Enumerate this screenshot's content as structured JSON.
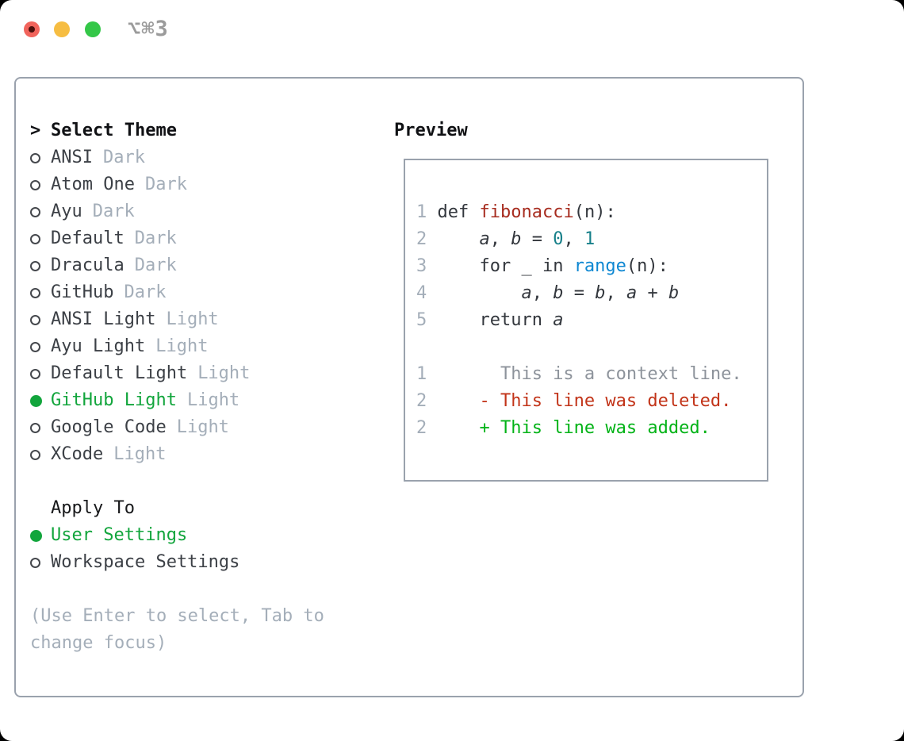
{
  "window": {
    "title": "⌥⌘3",
    "traffic_lights": {
      "close_color": "#f1645c",
      "minimize_color": "#f6bd42",
      "zoom_color": "#34c748",
      "close_has_unsaved_dot": true
    }
  },
  "theme_selector": {
    "header_prefix": ">",
    "header": "Select Theme",
    "items": [
      {
        "name": "ANSI",
        "variant": "Dark",
        "selected": false
      },
      {
        "name": "Atom One",
        "variant": "Dark",
        "selected": false
      },
      {
        "name": "Ayu",
        "variant": "Dark",
        "selected": false
      },
      {
        "name": "Default",
        "variant": "Dark",
        "selected": false
      },
      {
        "name": "Dracula",
        "variant": "Dark",
        "selected": false
      },
      {
        "name": "GitHub",
        "variant": "Dark",
        "selected": false
      },
      {
        "name": "ANSI Light",
        "variant": "Light",
        "selected": false
      },
      {
        "name": "Ayu Light",
        "variant": "Light",
        "selected": false
      },
      {
        "name": "Default Light",
        "variant": "Light",
        "selected": false
      },
      {
        "name": "GitHub Light",
        "variant": "Light",
        "selected": true
      },
      {
        "name": "Google Code",
        "variant": "Light",
        "selected": false
      },
      {
        "name": "XCode",
        "variant": "Light",
        "selected": false
      }
    ],
    "apply_to": {
      "header": "Apply To",
      "options": [
        {
          "label": "User Settings",
          "selected": true
        },
        {
          "label": "Workspace Settings",
          "selected": false
        }
      ]
    },
    "hint": "(Use Enter to select, Tab to change focus)"
  },
  "preview": {
    "title": "Preview",
    "lines": [
      {
        "num": "1",
        "tokens": [
          {
            "t": " def ",
            "s": "code"
          },
          {
            "t": "fibonacci",
            "s": "fn"
          },
          {
            "t": "(n):",
            "s": "code"
          }
        ]
      },
      {
        "num": "2",
        "tokens": [
          {
            "t": "     ",
            "s": "code"
          },
          {
            "t": "a",
            "s": "var"
          },
          {
            "t": ", ",
            "s": "code"
          },
          {
            "t": "b",
            "s": "var"
          },
          {
            "t": " = ",
            "s": "code"
          },
          {
            "t": "0",
            "s": "num"
          },
          {
            "t": ", ",
            "s": "code"
          },
          {
            "t": "1",
            "s": "num"
          }
        ]
      },
      {
        "num": "3",
        "tokens": [
          {
            "t": "     for _ in ",
            "s": "code"
          },
          {
            "t": "range",
            "s": "call"
          },
          {
            "t": "(n):",
            "s": "code"
          }
        ]
      },
      {
        "num": "4",
        "tokens": [
          {
            "t": "         ",
            "s": "code"
          },
          {
            "t": "a",
            "s": "var"
          },
          {
            "t": ", ",
            "s": "code"
          },
          {
            "t": "b",
            "s": "var"
          },
          {
            "t": " = ",
            "s": "code"
          },
          {
            "t": "b",
            "s": "var"
          },
          {
            "t": ", ",
            "s": "code"
          },
          {
            "t": "a",
            "s": "var"
          },
          {
            "t": " + ",
            "s": "code"
          },
          {
            "t": "b",
            "s": "var"
          }
        ]
      },
      {
        "num": "5",
        "tokens": [
          {
            "t": "     return ",
            "s": "code"
          },
          {
            "t": "a",
            "s": "var"
          }
        ]
      },
      {
        "num": "",
        "tokens": []
      },
      {
        "num": "1",
        "tokens": [
          {
            "t": "       This is a context line.",
            "s": "ctx"
          }
        ]
      },
      {
        "num": "2",
        "tokens": [
          {
            "t": "     - This line was deleted.",
            "s": "del"
          }
        ]
      },
      {
        "num": "2",
        "tokens": [
          {
            "t": "     + This line was added.",
            "s": "add"
          }
        ]
      }
    ]
  },
  "colors": {
    "panel_border": "#9aa2ad",
    "selected_green": "#12a53c",
    "added_green": "#02b317",
    "deleted_red": "#c23419",
    "function_red": "#a72c1f",
    "number_teal": "#17808a",
    "call_blue": "#0d87d2",
    "muted_gray": "#a4aeb9",
    "text_dark": "#33373d"
  }
}
